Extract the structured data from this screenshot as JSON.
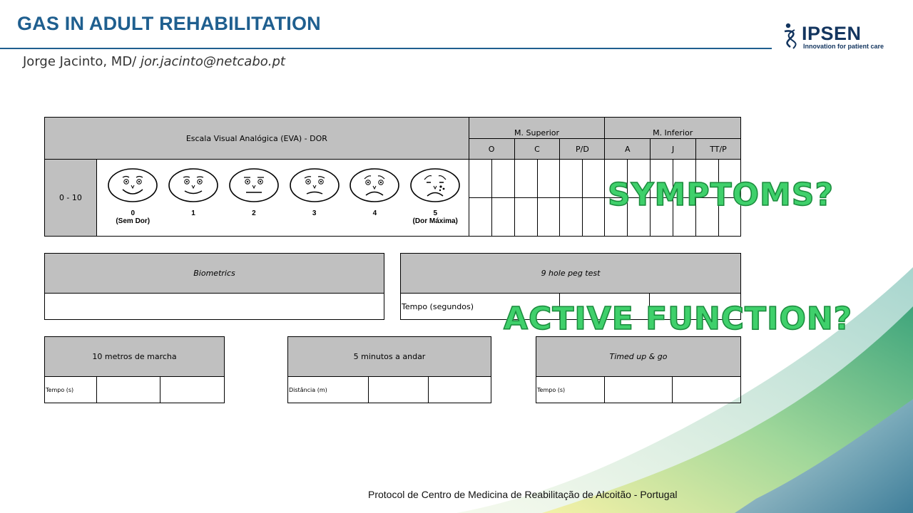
{
  "header": {
    "title": "GAS IN ADULT REHABILITATION",
    "author": "Jorge Jacinto, MD/",
    "email": "jor.jacinto@netcabo.pt"
  },
  "logo": {
    "name": "IPSEN",
    "tagline": "Innovation for patient care",
    "color": "#13355f"
  },
  "eva_table": {
    "title": "Escala Visual Analógica (EVA) - DOR",
    "range_label": "0 - 10",
    "upper_limb": {
      "label": "M. Superior",
      "columns": [
        "O",
        "C",
        "P/D"
      ]
    },
    "lower_limb": {
      "label": "M. Inferior",
      "columns": [
        "A",
        "J",
        "TT/P"
      ]
    },
    "faces": [
      {
        "score": "0",
        "label": "(Sem Dor)",
        "mood": "happy"
      },
      {
        "score": "1",
        "label": "",
        "mood": "smile"
      },
      {
        "score": "2",
        "label": "",
        "mood": "neutral"
      },
      {
        "score": "3",
        "label": "",
        "mood": "slight-frown"
      },
      {
        "score": "4",
        "label": "",
        "mood": "sad"
      },
      {
        "score": "5",
        "label": "(Dor Máxima)",
        "mood": "crying"
      }
    ]
  },
  "biometrics": {
    "title": "Biometrics"
  },
  "peg_test": {
    "title": "9 hole peg test",
    "row_label": "Tempo (segundos)"
  },
  "walk_10m": {
    "title": "10 metros de marcha",
    "row_label": "Tempo  (s)"
  },
  "walk_5min": {
    "title": "5 minutos a andar",
    "row_label": "Distância (m)"
  },
  "timed_up_go": {
    "title": "Timed up & go",
    "row_label": "Tempo  (s)"
  },
  "overlays": {
    "symptoms": "SYMPTOMS?",
    "active_function": "ACTIVE FUNCTION?",
    "color": "#3fd06b"
  },
  "footer": "Protocol de Centro de Medicina de Reabilitação de Alcoitão - Portugal",
  "colors": {
    "title": "#1f5f8f",
    "table_header": "#c0c0c0"
  }
}
